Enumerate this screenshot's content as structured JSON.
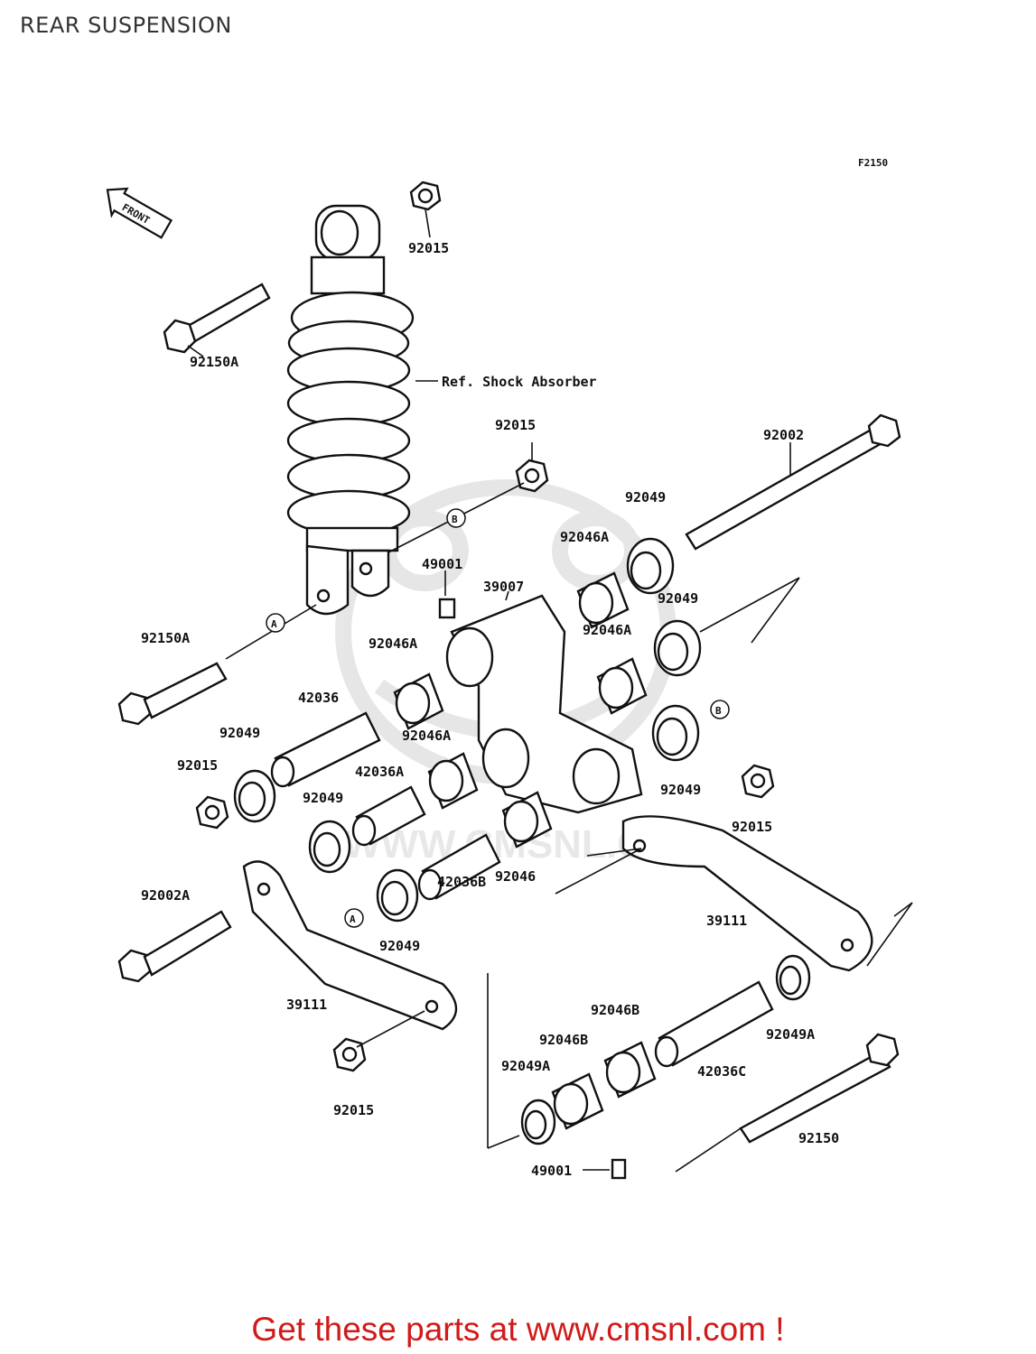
{
  "title": "REAR SUSPENSION",
  "figure_code": "F2150",
  "front_label": "FRONT",
  "watermark_text": "WWW.CMSNL.COM",
  "promo_text": "Get these parts at www.cmsnl.com !",
  "promo_color": "#d11a1a",
  "parts": [
    {
      "id": "p1",
      "number": "92015"
    },
    {
      "id": "p2",
      "number": "92150A"
    },
    {
      "id": "p3",
      "number": "Ref. Shock Absorber"
    },
    {
      "id": "p4",
      "number": "92015"
    },
    {
      "id": "p5",
      "number": "92002"
    },
    {
      "id": "p6",
      "number": "92049"
    },
    {
      "id": "p7",
      "number": "92046A"
    },
    {
      "id": "p8",
      "number": "49001"
    },
    {
      "id": "p9",
      "number": "39007"
    },
    {
      "id": "p10",
      "number": "92049"
    },
    {
      "id": "p11",
      "number": "92150A"
    },
    {
      "id": "p12",
      "number": "92046A"
    },
    {
      "id": "p13",
      "number": "92046A"
    },
    {
      "id": "p14",
      "number": "42036"
    },
    {
      "id": "p15",
      "number": "92049"
    },
    {
      "id": "p16",
      "number": "92046A"
    },
    {
      "id": "p17",
      "number": "92015"
    },
    {
      "id": "p18",
      "number": "42036A"
    },
    {
      "id": "p19",
      "number": "92049"
    },
    {
      "id": "p20",
      "number": "92049"
    },
    {
      "id": "p21",
      "number": "92015"
    },
    {
      "id": "p22",
      "number": "92046"
    },
    {
      "id": "p23",
      "number": "42036B"
    },
    {
      "id": "p24",
      "number": "92002A"
    },
    {
      "id": "p25",
      "number": "92049"
    },
    {
      "id": "p26",
      "number": "39111"
    },
    {
      "id": "p27",
      "number": "39111"
    },
    {
      "id": "p28",
      "number": "92046B"
    },
    {
      "id": "p29",
      "number": "92049A"
    },
    {
      "id": "p30",
      "number": "92046B"
    },
    {
      "id": "p31",
      "number": "42036C"
    },
    {
      "id": "p32",
      "number": "92049A"
    },
    {
      "id": "p33",
      "number": "92015"
    },
    {
      "id": "p34",
      "number": "92150"
    },
    {
      "id": "p35",
      "number": "49001"
    }
  ],
  "markers": {
    "a": "A",
    "b": "B"
  }
}
